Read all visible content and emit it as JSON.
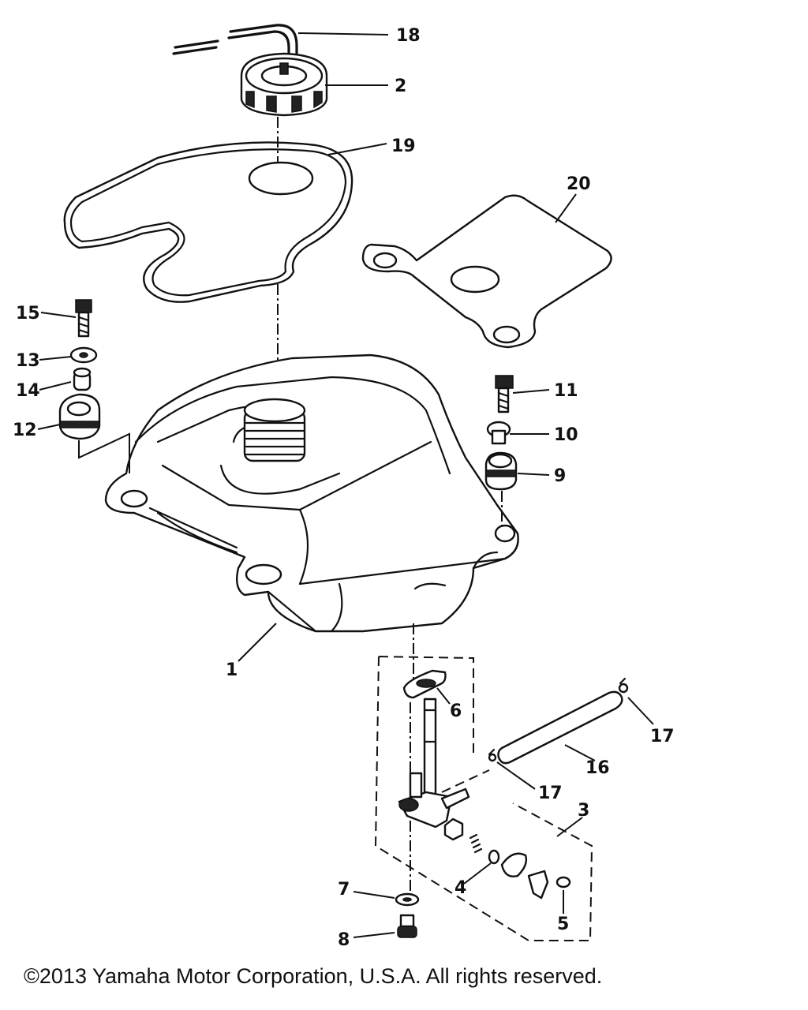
{
  "callouts": [
    "18",
    "2",
    "19",
    "20",
    "15",
    "13",
    "14",
    "12",
    "11",
    "10",
    "9",
    "1",
    "6",
    "17",
    "16",
    "17",
    "3",
    "4",
    "5",
    "7",
    "8"
  ],
  "copyright": "©2013 Yamaha Motor Corporation, U.S.A. All rights reserved."
}
